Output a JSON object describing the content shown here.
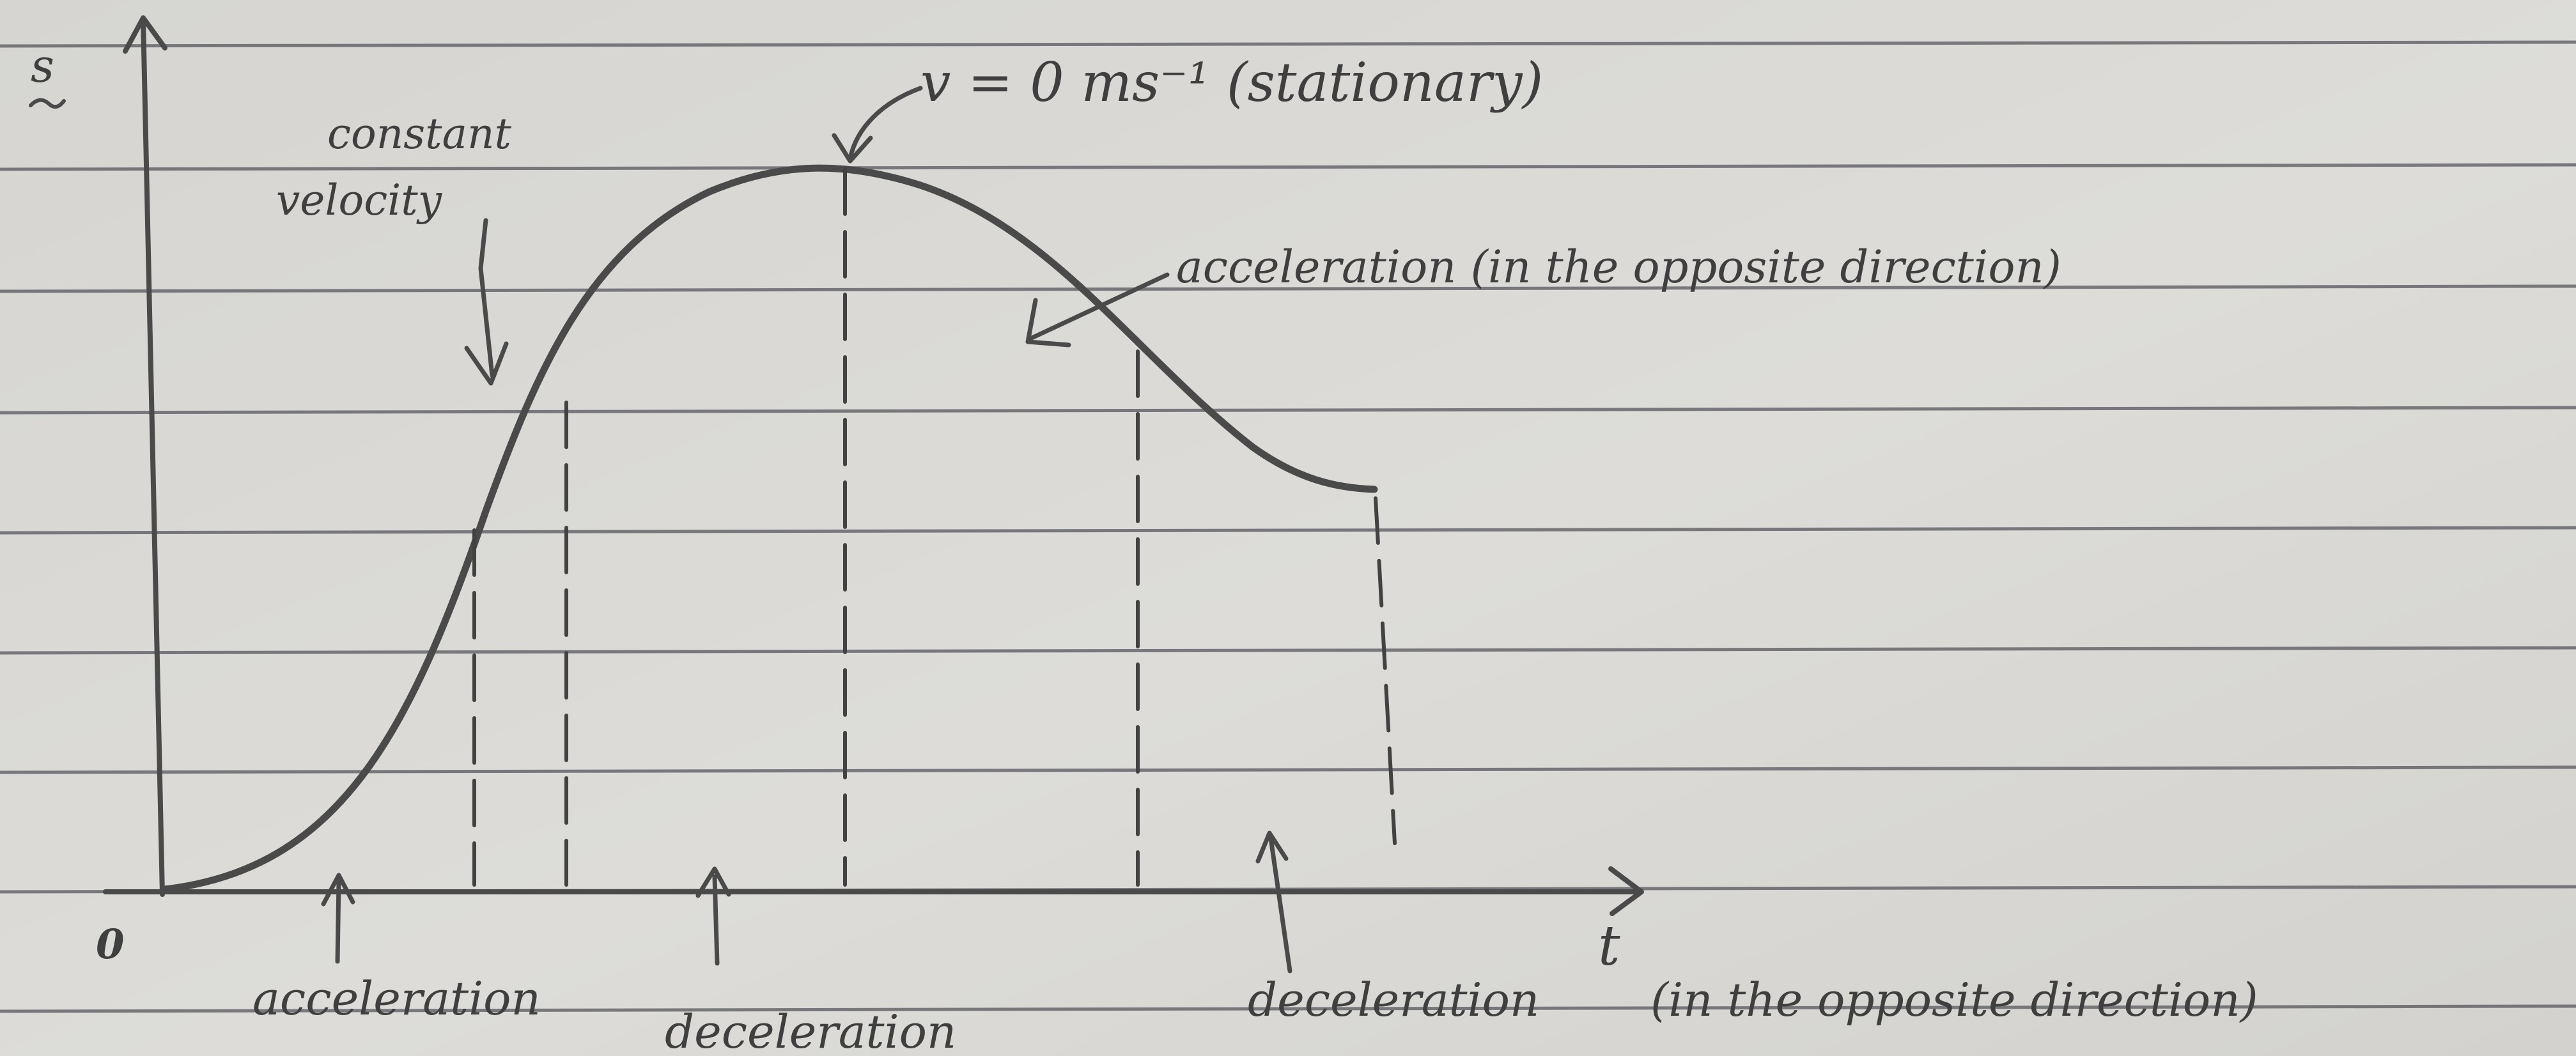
{
  "labels": {
    "y_axis": "s",
    "x_axis": "t",
    "origin": "0",
    "stationary": "v = 0 ms⁻¹ (stationary)",
    "constant_velocity_line1": "constant",
    "constant_velocity_line2": "velocity",
    "accel_opposite_top": "acceleration (in the opposite direction)",
    "bottom_acceleration": "acceleration",
    "bottom_deceleration": "deceleration",
    "bottom_deceleration_right": "deceleration",
    "bottom_opposite": "(in the opposite direction)"
  },
  "colors": {
    "paper": "#d9d8d4",
    "pencil": "#4a4a4a",
    "ruled_lines": "#53535a"
  }
}
